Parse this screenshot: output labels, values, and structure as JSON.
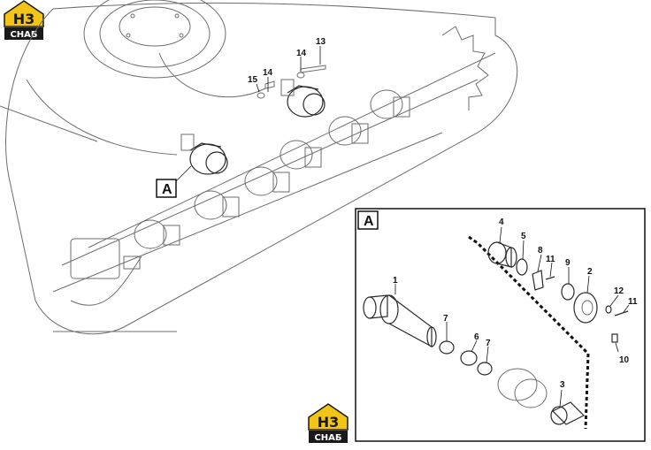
{
  "logo": {
    "line1": "H3",
    "line2": "CHAБ"
  },
  "detail_view": {
    "label": "A"
  },
  "callouts": {
    "n1": "1",
    "n2": "2",
    "n3": "3",
    "n4": "4",
    "n5": "5",
    "n6": "6",
    "n7a": "7",
    "n7b": "7",
    "n8": "8",
    "n9": "9",
    "n10": "10",
    "n11a": "11",
    "n11b": "11",
    "n12": "12",
    "n13": "13",
    "n14": "14",
    "n15": "15"
  },
  "colors": {
    "logo_yellow": "#f2c418",
    "logo_black": "#1a1a1a",
    "line": "#6d6d6d",
    "ink": "#111111"
  }
}
